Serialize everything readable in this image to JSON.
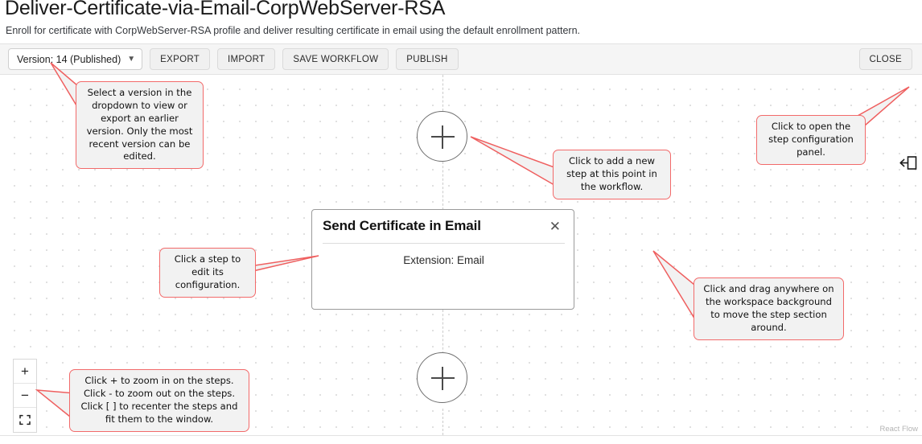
{
  "header": {
    "title": "Deliver-Certificate-via-Email-CorpWebServer-RSA",
    "subtitle": "Enroll for certificate with CorpWebServer-RSA profile and deliver resulting certificate in email using the default enrollment pattern."
  },
  "toolbar": {
    "version_label": "Version: 14 (Published)",
    "version_chevron": "chevron-down-icon",
    "export_label": "EXPORT",
    "import_label": "IMPORT",
    "save_workflow_label": "SAVE WORKFLOW",
    "publish_label": "PUBLISH",
    "close_label": "CLOSE"
  },
  "canvas": {
    "attribution": "React Flow",
    "panel_toggle_icon": "panel-open-left-arrow-icon",
    "add_step_top_icon": "plus-icon",
    "add_step_bottom_icon": "plus-icon",
    "zoom_in_label": "+",
    "zoom_out_label": "−",
    "fit_view_icon": "fit-view-icon"
  },
  "step": {
    "title": "Send Certificate in Email",
    "close_icon": "✕",
    "body": "Extension: Email"
  },
  "annotations": [
    {
      "id": "version-dropdown-note",
      "text": "Select a version in the dropdown to view or export an earlier version. Only the most recent version can be edited."
    },
    {
      "id": "add-step-note",
      "text": "Click to add a new step at this point in the workflow."
    },
    {
      "id": "config-panel-note",
      "text": "Click to open the step configuration panel."
    },
    {
      "id": "edit-step-note",
      "text": "Click a step to edit its configuration."
    },
    {
      "id": "drag-workspace-note",
      "text": "Click and drag anywhere on the workspace background to move the step section around."
    },
    {
      "id": "zoom-controls-note",
      "text": "Click + to zoom in on the steps. Click - to zoom out on the steps. Click [ ] to recenter the steps and fit them to the window."
    }
  ],
  "colors": {
    "annotation_border": "#f26a6a",
    "annotation_bg": "#f2f2f2",
    "toolbar_bg": "#f5f5f5"
  }
}
